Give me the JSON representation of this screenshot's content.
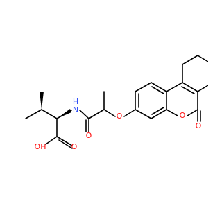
{
  "molecule": {
    "atoms": [
      {
        "id": "O_ketone",
        "label": "O",
        "color": "#ff0d0d"
      },
      {
        "id": "O_ether",
        "label": "O",
        "color": "#ff0d0d"
      },
      {
        "id": "O_ring",
        "label": "O",
        "color": "#ff0d0d"
      },
      {
        "id": "O_lactone",
        "label": "O",
        "color": "#ff0d0d"
      },
      {
        "id": "O_acid_carbonyl",
        "label": "O",
        "color": "#ff0d0d"
      },
      {
        "id": "OH_acid",
        "label": "OH",
        "color": "#ff0d0d"
      },
      {
        "id": "N_amide",
        "label": "N",
        "color": "#3050f8"
      },
      {
        "id": "H_amide",
        "label": "H",
        "color": "#3050f8"
      }
    ]
  }
}
